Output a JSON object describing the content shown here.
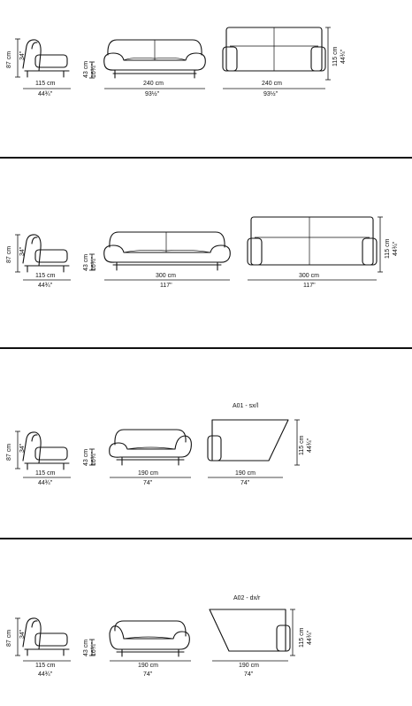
{
  "sections": [
    {
      "title": "",
      "side": {
        "height_cm": "87 cm",
        "height_in": "34\"",
        "depth_cm": "115 cm",
        "depth_in": "44¾\""
      },
      "front": {
        "seat_cm": "43 cm",
        "seat_in": "16¾\"",
        "width_cm": "240 cm",
        "width_in": "93½\""
      },
      "top": {
        "width_cm": "240 cm",
        "width_in": "93½\"",
        "depth_cm": "115 cm",
        "depth_in": "44¾\""
      }
    },
    {
      "title": "",
      "side": {
        "height_cm": "87 cm",
        "height_in": "34\"",
        "depth_cm": "115 cm",
        "depth_in": "44¾\""
      },
      "front": {
        "seat_cm": "43 cm",
        "seat_in": "16¾\"",
        "width_cm": "300 cm",
        "width_in": "117\""
      },
      "top": {
        "width_cm": "300 cm",
        "width_in": "117\"",
        "depth_cm": "115 cm",
        "depth_in": "44¾\""
      }
    },
    {
      "title": "A01 - sx/l",
      "side": {
        "height_cm": "87 cm",
        "height_in": "34\"",
        "depth_cm": "115 cm",
        "depth_in": "44¾\""
      },
      "front": {
        "seat_cm": "43 cm",
        "seat_in": "16¾\"",
        "width_cm": "190 cm",
        "width_in": "74\""
      },
      "top": {
        "width_cm": "190 cm",
        "width_in": "74\"",
        "depth_cm": "115 cm",
        "depth_in": "44¾\""
      }
    },
    {
      "title": "A02 - dx/r",
      "side": {
        "height_cm": "87 cm",
        "height_in": "34\"",
        "depth_cm": "115 cm",
        "depth_in": "44¾\""
      },
      "front": {
        "seat_cm": "43 cm",
        "seat_in": "16¾\"",
        "width_cm": "190 cm",
        "width_in": "74\""
      },
      "top": {
        "width_cm": "190 cm",
        "width_in": "74\"",
        "depth_cm": "115 cm",
        "depth_in": "44¾\""
      }
    }
  ]
}
